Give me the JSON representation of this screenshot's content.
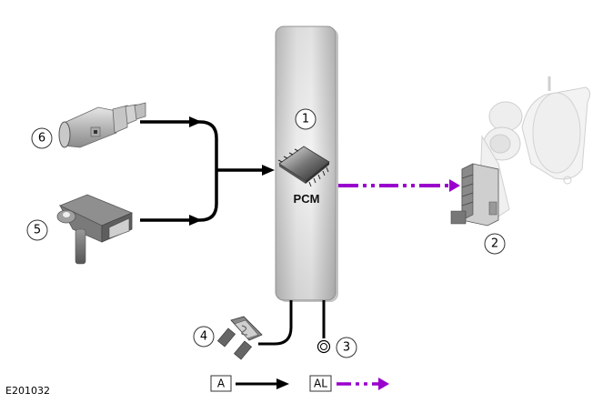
{
  "figure_id": "E201032",
  "module": {
    "callout": "1",
    "label": "PCM"
  },
  "components": [
    {
      "callout": "1",
      "name": "PCM"
    },
    {
      "callout": "2",
      "name": "Turbocharger actuator"
    },
    {
      "callout": "3",
      "name": "Ground"
    },
    {
      "callout": "4",
      "name": "Fuse"
    },
    {
      "callout": "5",
      "name": "Pressure sensor"
    },
    {
      "callout": "6",
      "name": "Temperature sensor"
    }
  ],
  "legend": [
    {
      "key": "A",
      "style": "solid-arrow",
      "color": "#000000"
    },
    {
      "key": "AL",
      "style": "dash-dot-dot-arrow",
      "color": "#9900cc"
    }
  ],
  "colors": {
    "hardwired": "#000000",
    "lin": "#9900cc",
    "module_fill": "#d6d6d6"
  }
}
